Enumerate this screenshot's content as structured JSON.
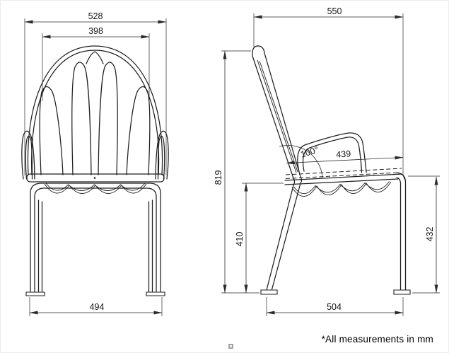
{
  "note": "*All measurements in mm",
  "front_view": {
    "overall_width": "528",
    "backrest_width": "398",
    "base_width": "494"
  },
  "side_view": {
    "overall_depth": "550",
    "seat_depth": "439",
    "backrest_angle": "100°",
    "overall_height": "819",
    "seat_height": "410",
    "front_height": "432",
    "base_depth": "504"
  },
  "colors": {
    "line": "#1f1f1f",
    "dimension": "#2a2a2a",
    "background": "#ffffff"
  }
}
